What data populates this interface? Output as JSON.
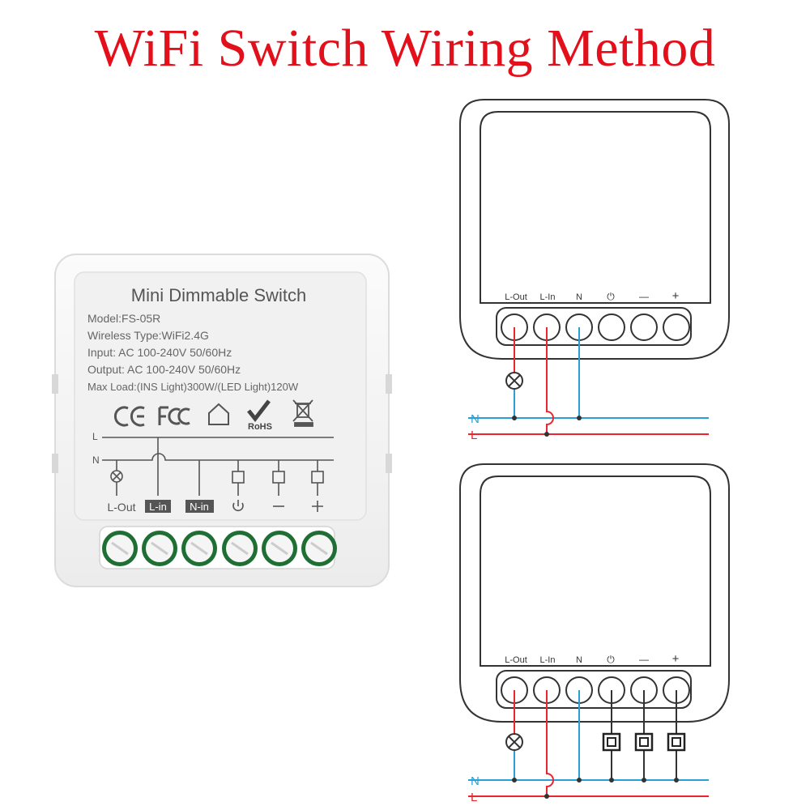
{
  "title": "WiFi Switch Wiring Method",
  "device": {
    "name": "Mini Dimmable Switch",
    "model": "Model:FS-05R",
    "wireless": "Wireless Type:WiFi2.4G",
    "input": "Input: AC 100-240V 50/60Hz",
    "output": "Output: AC 100-240V 50/60Hz",
    "max_load": "Max Load:(INS Light)300W/(LED Light)120W",
    "rohs": "RoHS",
    "line_l": "L",
    "line_n": "N",
    "terminals": [
      "L-Out",
      "L-in",
      "N-in"
    ]
  },
  "diagram_top": {
    "terminals": [
      "L-Out",
      "L-In",
      "N",
      "⏻",
      "—",
      "+"
    ],
    "line_n": "N",
    "line_l": "L"
  },
  "diagram_bottom": {
    "terminals": [
      "L-Out",
      "L-In",
      "N",
      "⏻",
      "—",
      "+"
    ],
    "line_n": "N",
    "line_l": "L"
  },
  "colors": {
    "title": "#e3101b",
    "live": "#e8262f",
    "neutral": "#2a9fd6",
    "outline": "#333333"
  }
}
